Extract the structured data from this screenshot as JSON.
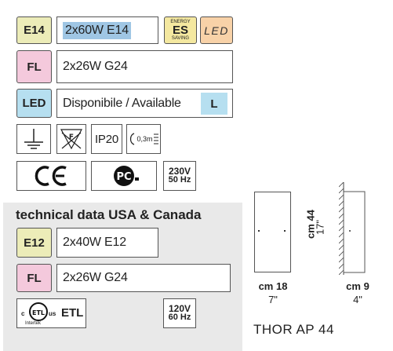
{
  "rows": {
    "e14": {
      "tag": "E14",
      "value": "2x60W E14",
      "energy_label": "ES",
      "energy_top": "ENERGY",
      "energy_bottom": "SAVING",
      "led_label": "LED"
    },
    "fl": {
      "tag": "FL",
      "value": "2x26W G24"
    },
    "led": {
      "tag": "LED",
      "value": "Disponibile / Available",
      "size": "L"
    }
  },
  "symbols": {
    "protection": "IP20",
    "distance": "0,3m",
    "voltage_main": "230V",
    "voltage_freq": "50 Hz"
  },
  "usa": {
    "heading": "technical data USA & Canada",
    "e12": {
      "tag": "E12",
      "value": "2x40W E12"
    },
    "fl": {
      "tag": "FL",
      "value": "2x26W G24"
    },
    "etl_text": "ETL",
    "etl_c": "c",
    "etl_us": "us",
    "etl_brand": "Intertek",
    "voltage_main": "120V",
    "voltage_freq": "60 Hz"
  },
  "dimensions": {
    "height_cm": "cm 44",
    "height_in": "17\"",
    "width_cm": "cm 18",
    "width_in": "7\"",
    "depth_cm": "cm 9",
    "depth_in": "4\""
  },
  "product": {
    "name": "THOR AP 44"
  },
  "colors": {
    "yellow_tag": "#ececb8",
    "pink_tag": "#f4c9dc",
    "blue_tag": "#b6dff0",
    "highlight": "#9fc6e4",
    "energy_yellow": "#f4e8a0",
    "led_orange": "#f8d2a8",
    "panel_gray": "#e9e9e9"
  }
}
